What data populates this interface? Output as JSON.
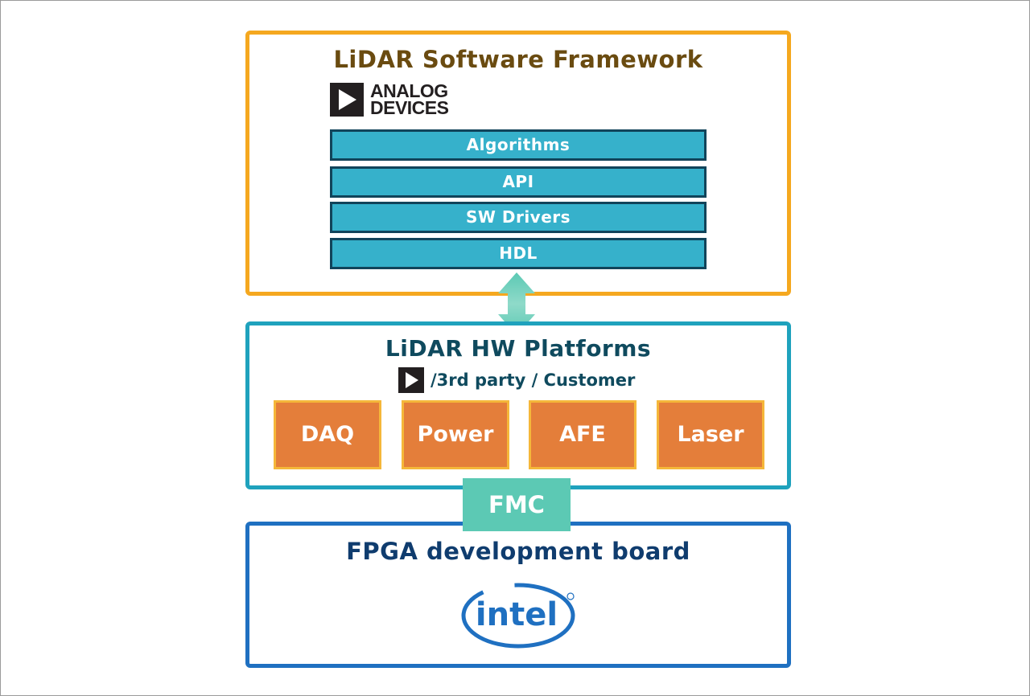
{
  "software_framework": {
    "title": "LiDAR Software Framework",
    "logo_text_line1": "ANALOG",
    "logo_text_line2": "DEVICES",
    "layers": [
      {
        "label": "Algorithms"
      },
      {
        "label": "API"
      },
      {
        "label": "SW Drivers"
      },
      {
        "label": "HDL"
      }
    ],
    "colors": {
      "border": "#f5a81f",
      "layer_fill": "#36b1cb",
      "layer_border": "#11445a"
    }
  },
  "hw_platforms": {
    "title": "LiDAR HW Platforms",
    "subtitle": "/3rd party / Customer",
    "blocks": [
      {
        "label": "DAQ"
      },
      {
        "label": "Power"
      },
      {
        "label": "AFE"
      },
      {
        "label": "Laser"
      }
    ],
    "colors": {
      "border": "#1fa2bd",
      "block_fill": "#e47e3a",
      "block_border": "#f5b73a"
    }
  },
  "connector": {
    "label": "FMC",
    "color": "#5cc9b4"
  },
  "fpga_board": {
    "title": "FPGA development board",
    "logo_text": "intel",
    "colors": {
      "border": "#1f70c1",
      "logo": "#1f70c1"
    }
  },
  "icons": [
    "adi-logo-icon",
    "double-arrow-icon",
    "intel-logo-icon"
  ]
}
